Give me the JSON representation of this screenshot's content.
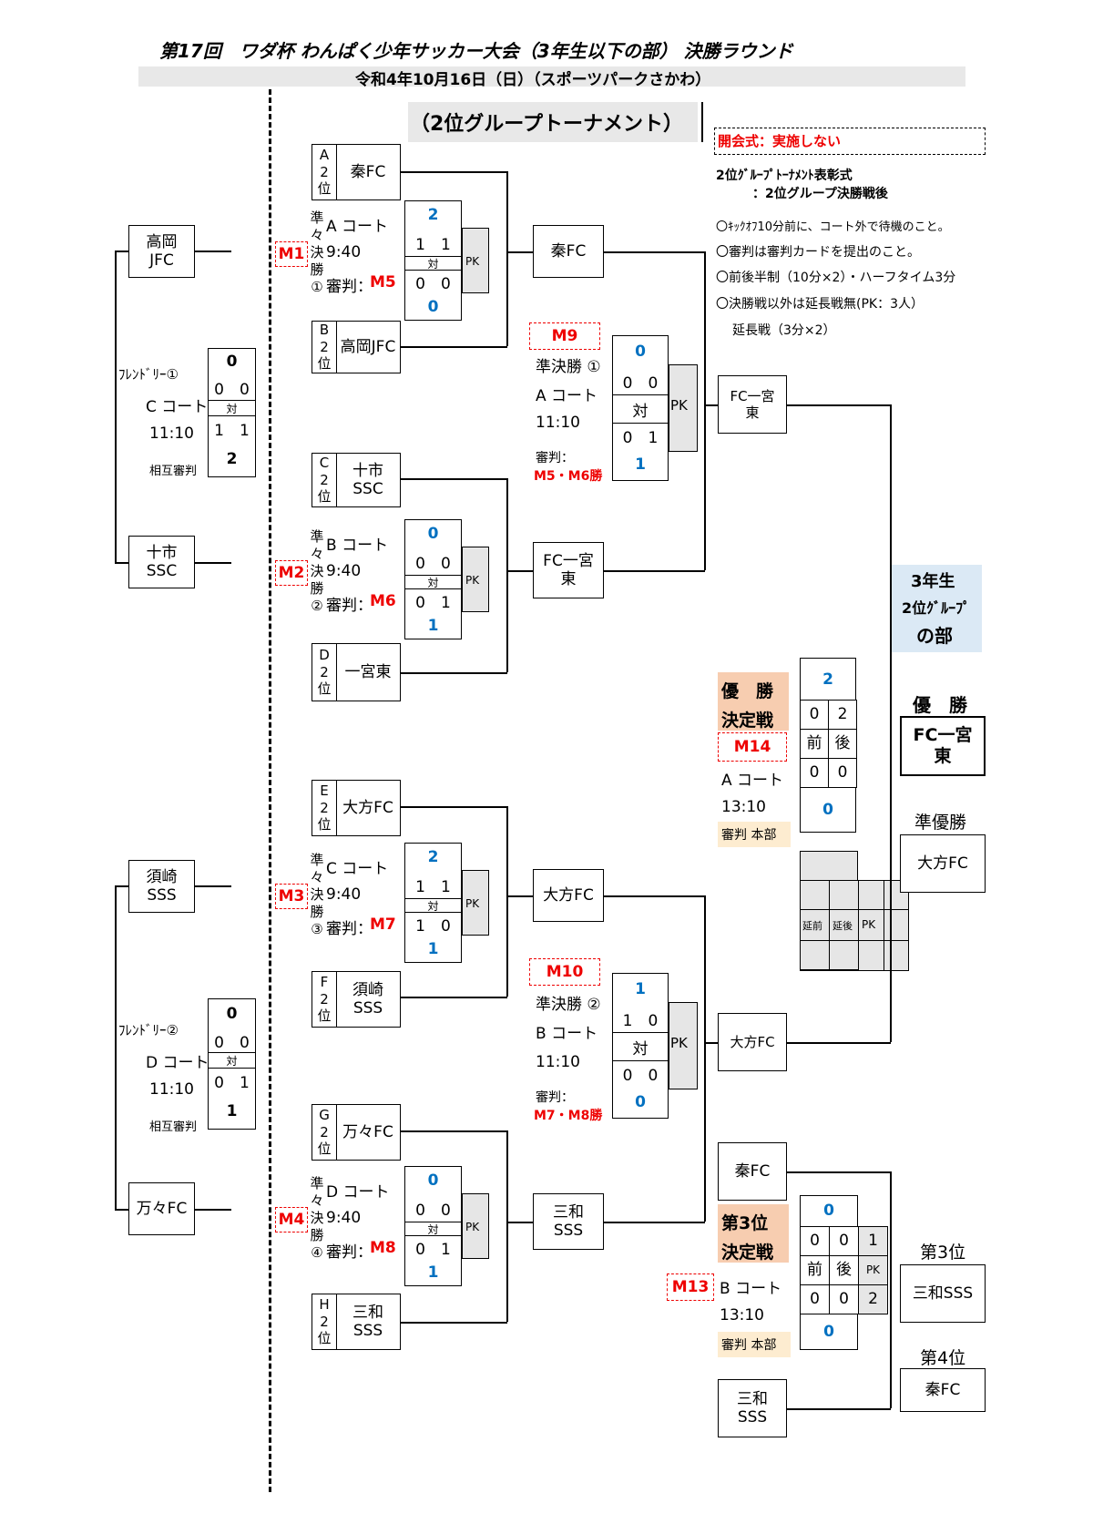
{
  "header": {
    "title": "第17回　ワダ杯 わんぱく少年サッカー大会（3年生以下の部） 決勝ラウンド",
    "date": "令和4年10月16日（日）（スポーツパークさかわ）",
    "subtitle": "（2位グループトーナメント）"
  },
  "notes": {
    "opening": "開会式：実施しない",
    "award_line1": "2位ｸﾞﾙｰﾌﾟﾄｰﾅﾒﾝﾄ表彰式",
    "award_line2": "：2位グループ決勝戦後",
    "rule1": "〇ｷｯｸｵﾌ10分前に、コート外で待機のこと。",
    "rule2": "〇審判は審判カードを提出のこと。",
    "rule3": "〇前後半制（10分×2）・ハーフタイム3分",
    "rule4": "〇決勝戦以外は延長戦無(PK：3人）",
    "rule5": "延長戦（3分×2）"
  },
  "group_label": {
    "l1": "3年生",
    "l2": "2位ｸﾞﾙｰﾌﾟ",
    "l3": "の部"
  },
  "left_teams": {
    "t1": "高岡\nJFC",
    "t2": "十市\nSSC",
    "t3": "須崎\nSSS",
    "t4": "万々FC"
  },
  "friendly1": {
    "name": "ﾌﾚﾝﾄﾞﾘｰ①",
    "court": "C コート",
    "time": "11:10",
    "ref": "相互審判",
    "top": "0",
    "h1": "0　0",
    "vs": "対",
    "h2": "1　1",
    "bottom": "2"
  },
  "friendly2": {
    "name": "ﾌﾚﾝﾄﾞﾘｰ②",
    "court": "D コート",
    "time": "11:10",
    "ref": "相互審判",
    "top": "0",
    "h1": "0　0",
    "vs": "対",
    "h2": "0　1",
    "bottom": "1"
  },
  "seeds": {
    "a": {
      "lab": [
        "A",
        "2",
        "位"
      ],
      "name": "秦FC"
    },
    "b": {
      "lab": [
        "B",
        "2",
        "位"
      ],
      "name": "高岡JFC"
    },
    "c": {
      "lab": [
        "C",
        "2",
        "位"
      ],
      "name": "十市\nSSC"
    },
    "d": {
      "lab": [
        "D",
        "2",
        "位"
      ],
      "name": "一宮東"
    },
    "e": {
      "lab": [
        "E",
        "2",
        "位"
      ],
      "name": "大方FC"
    },
    "f": {
      "lab": [
        "F",
        "2",
        "位"
      ],
      "name": "須崎\nSSS"
    },
    "g": {
      "lab": [
        "G",
        "2",
        "位"
      ],
      "name": "万々FC"
    },
    "h": {
      "lab": [
        "H",
        "2",
        "位"
      ],
      "name": "三和\nSSS"
    }
  },
  "qf": {
    "m1": {
      "tag": "M1",
      "round": "準\n々\n決\n勝\n①",
      "court": "A コート",
      "time": "9:40",
      "ref_label": "審判：",
      "ref": "M5",
      "top": "2",
      "h1": "1　1",
      "vs": "対",
      "h2": "0　0",
      "bottom": "0",
      "pk": "PK"
    },
    "m2": {
      "tag": "M2",
      "round": "準\n々\n決\n勝\n②",
      "court": "B コート",
      "time": "9:40",
      "ref_label": "審判：",
      "ref": "M6",
      "top": "0",
      "h1": "0　0",
      "vs": "対",
      "h2": "0　1",
      "bottom": "1",
      "pk": "PK"
    },
    "m3": {
      "tag": "M3",
      "round": "準\n々\n決\n勝\n③",
      "court": "C コート",
      "time": "9:40",
      "ref_label": "審判：",
      "ref": "M7",
      "top": "2",
      "h1": "1　1",
      "vs": "対",
      "h2": "1　0",
      "bottom": "1",
      "pk": "PK"
    },
    "m4": {
      "tag": "M4",
      "round": "準\n々\n決\n勝\n④",
      "court": "D コート",
      "time": "9:40",
      "ref_label": "審判：",
      "ref": "M8",
      "top": "0",
      "h1": "0　0",
      "vs": "対",
      "h2": "0　1",
      "bottom": "1",
      "pk": "PK"
    }
  },
  "qf_winners": {
    "w1": "秦FC",
    "w2": "FC一宮\n東",
    "w3": "大方FC",
    "w4": "三和\nSSS"
  },
  "sf": {
    "m9": {
      "tag": "M9",
      "round": "準決勝 ①",
      "court": "A コート",
      "time": "11:10",
      "ref_label": "審判：",
      "ref": "M5・M6勝",
      "top": "0",
      "h1": "0　0",
      "vs": "対",
      "h2": "0　1",
      "bottom": "1",
      "pk": "PK"
    },
    "m10": {
      "tag": "M10",
      "round": "準決勝 ②",
      "court": "B コート",
      "time": "11:10",
      "ref_label": "審判：",
      "ref": "M7・M8勝",
      "top": "1",
      "h1": "1　0",
      "vs": "対",
      "h2": "0　0",
      "bottom": "0",
      "pk": "PK"
    }
  },
  "sf_winners": {
    "w1": "FC一宮\n東",
    "w2": "大方FC"
  },
  "final": {
    "title1": "優　勝",
    "title2": "決定戦",
    "tag": "M14",
    "court": "A コート",
    "time": "13:10",
    "ref": "審判 本部",
    "top": "2",
    "a1": "0",
    "a2": "2",
    "mid1": "前",
    "mid2": "後",
    "b1": "0",
    "b2": "0",
    "bottom": "0",
    "ext1": "延前",
    "ext2": "延後",
    "pk": "PK"
  },
  "third": {
    "team_top": "秦FC",
    "team_bottom": "三和\nSSS",
    "title1": "第3位",
    "title2": "決定戦",
    "tag": "M13",
    "court": "B コート",
    "time": "13:10",
    "ref": "審判 本部",
    "top": "0",
    "a1": "0",
    "a2": "0",
    "a3": "1",
    "mid1": "前",
    "mid2": "後",
    "pk": "PK",
    "b1": "0",
    "b2": "0",
    "b3": "2",
    "bottom": "0"
  },
  "results": {
    "champion_label": "優　勝",
    "champion": "FC一宮\n東",
    "runner_label": "準優勝",
    "runner": "大方FC",
    "third_label": "第3位",
    "third": "三和SSS",
    "fourth_label": "第4位",
    "fourth": "秦FC"
  }
}
